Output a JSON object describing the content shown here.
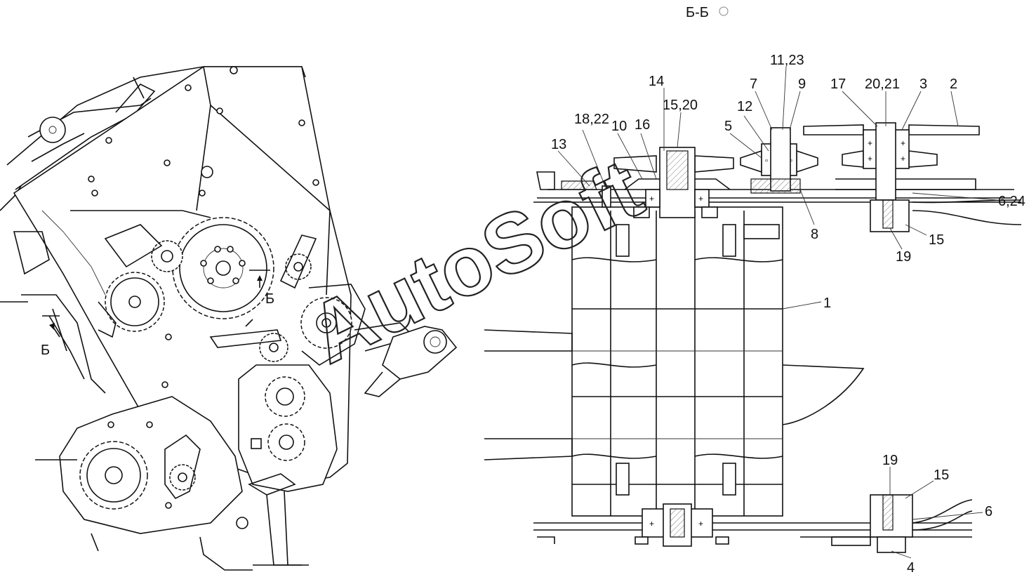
{
  "section_title": "Б-Б",
  "section_marks": [
    "Б",
    "Б"
  ],
  "watermark": "AutoSoft",
  "callouts": [
    {
      "id": "c-11-23",
      "text": "11,23"
    },
    {
      "id": "c-14",
      "text": "14"
    },
    {
      "id": "c-7",
      "text": "7"
    },
    {
      "id": "c-9",
      "text": "9"
    },
    {
      "id": "c-17",
      "text": "17"
    },
    {
      "id": "c-20-21",
      "text": "20,21"
    },
    {
      "id": "c-3",
      "text": "3"
    },
    {
      "id": "c-2",
      "text": "2"
    },
    {
      "id": "c-15-20",
      "text": "15,20"
    },
    {
      "id": "c-12",
      "text": "12"
    },
    {
      "id": "c-18-22",
      "text": "18,22"
    },
    {
      "id": "c-10",
      "text": "10"
    },
    {
      "id": "c-16",
      "text": "16"
    },
    {
      "id": "c-5",
      "text": "5"
    },
    {
      "id": "c-13",
      "text": "13"
    },
    {
      "id": "c-6-24",
      "text": "6,24"
    },
    {
      "id": "c-8",
      "text": "8"
    },
    {
      "id": "c-15a",
      "text": "15"
    },
    {
      "id": "c-19a",
      "text": "19"
    },
    {
      "id": "c-1",
      "text": "1"
    },
    {
      "id": "c-19b",
      "text": "19"
    },
    {
      "id": "c-15b",
      "text": "15"
    },
    {
      "id": "c-6",
      "text": "6"
    },
    {
      "id": "c-4",
      "text": "4"
    }
  ]
}
